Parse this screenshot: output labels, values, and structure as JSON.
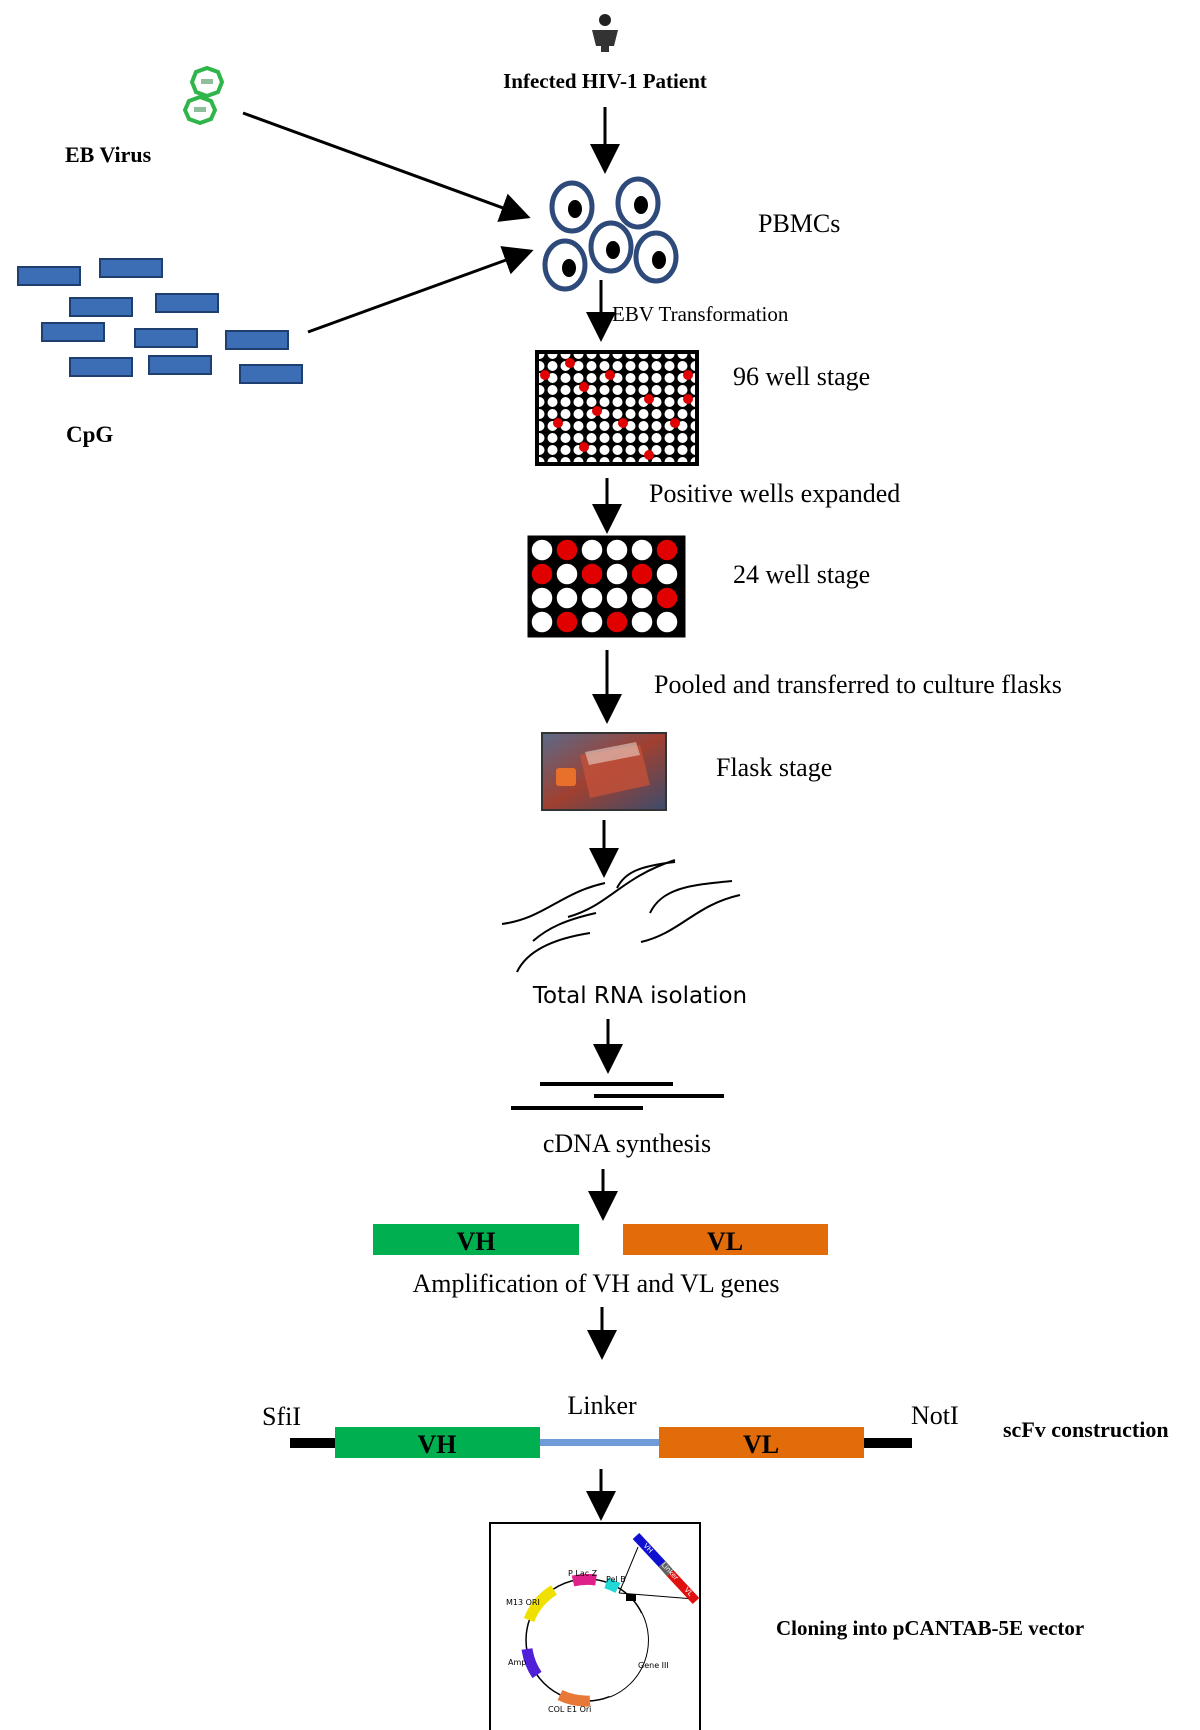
{
  "labels": {
    "patient": "Infected HIV-1 Patient",
    "eb_virus": "EB Virus",
    "cpg": "CpG",
    "pbmcs": "PBMCs",
    "ebv_transformation": "EBV Transformation",
    "stage_96": "96 well stage",
    "positive_wells": "Positive wells expanded",
    "stage_24": "24 well stage",
    "pooled": "Pooled and transferred to culture flasks",
    "flask_stage": "Flask stage",
    "rna": "Total RNA isolation",
    "cdna": "cDNA synthesis",
    "vh": "VH",
    "vl": "VL",
    "amplification": "Amplification of VH and VL genes",
    "sfii": "SfiI",
    "linker": "Linker",
    "noti": "NotI",
    "scfv": "scFv construction",
    "cloning": "Cloning into pCANTAB-5E vector"
  },
  "plasmid": {
    "m13_ori": "M13 ORI",
    "plac_z": "P Lac Z",
    "pel_b": "Pel B",
    "amp": "Amp",
    "col_e1_ori": "COL E1 Ori",
    "gene_iii": "Gene III",
    "insert_vh": "VH",
    "insert_linker": "Linker",
    "insert_vl": "VL"
  },
  "colors": {
    "vh_green": "#00b050",
    "vl_orange": "#e36c0a",
    "linker_blue": "#6f9bd8",
    "cpg_blue": "#3b6eb5",
    "well_red": "#e00000",
    "cell_outline": "#2e4a7a"
  }
}
